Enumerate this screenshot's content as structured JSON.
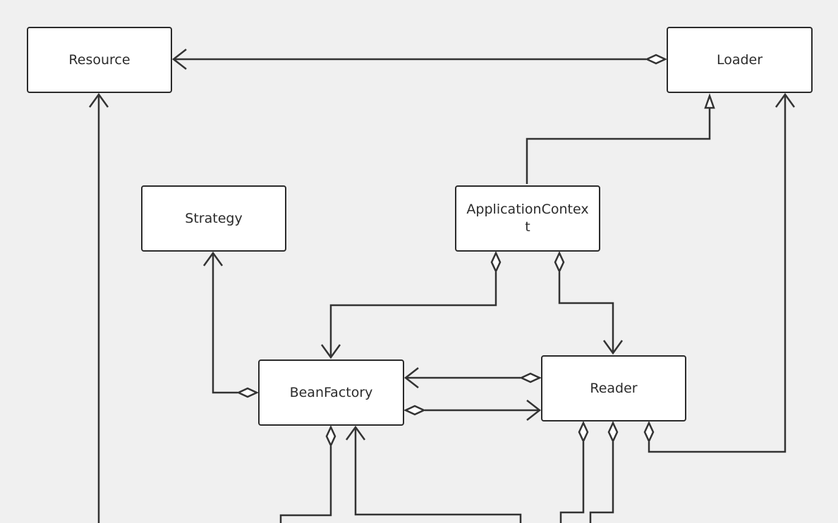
{
  "diagram": {
    "type": "uml-class-diagram",
    "nodes": [
      {
        "id": "resource",
        "label": "Resource"
      },
      {
        "id": "loader",
        "label": "Loader"
      },
      {
        "id": "strategy",
        "label": "Strategy"
      },
      {
        "id": "appctx",
        "label": "ApplicationContext"
      },
      {
        "id": "bean",
        "label": "BeanFactory"
      },
      {
        "id": "reader",
        "label": "Reader"
      }
    ],
    "edges": [
      {
        "from": "loader",
        "to": "resource",
        "kind": "aggregation"
      },
      {
        "from": "appctx",
        "to": "loader",
        "kind": "generalization"
      },
      {
        "from": "appctx",
        "to": "bean",
        "kind": "aggregation"
      },
      {
        "from": "appctx",
        "to": "reader",
        "kind": "aggregation"
      },
      {
        "from": "bean",
        "to": "strategy",
        "kind": "aggregation"
      },
      {
        "from": "reader",
        "to": "bean",
        "kind": "aggregation"
      },
      {
        "from": "bean",
        "to": "reader",
        "kind": "aggregation"
      },
      {
        "from": "reader",
        "to": "loader",
        "kind": "aggregation"
      },
      {
        "from": "unseen",
        "to": "resource",
        "kind": "association"
      },
      {
        "from": "unseen",
        "to": "bean",
        "kind": "association"
      },
      {
        "from": "bean",
        "to": "unseen",
        "kind": "aggregation"
      },
      {
        "from": "reader",
        "to": "unseen",
        "kind": "aggregation"
      },
      {
        "from": "reader",
        "to": "unseen",
        "kind": "aggregation"
      }
    ]
  }
}
